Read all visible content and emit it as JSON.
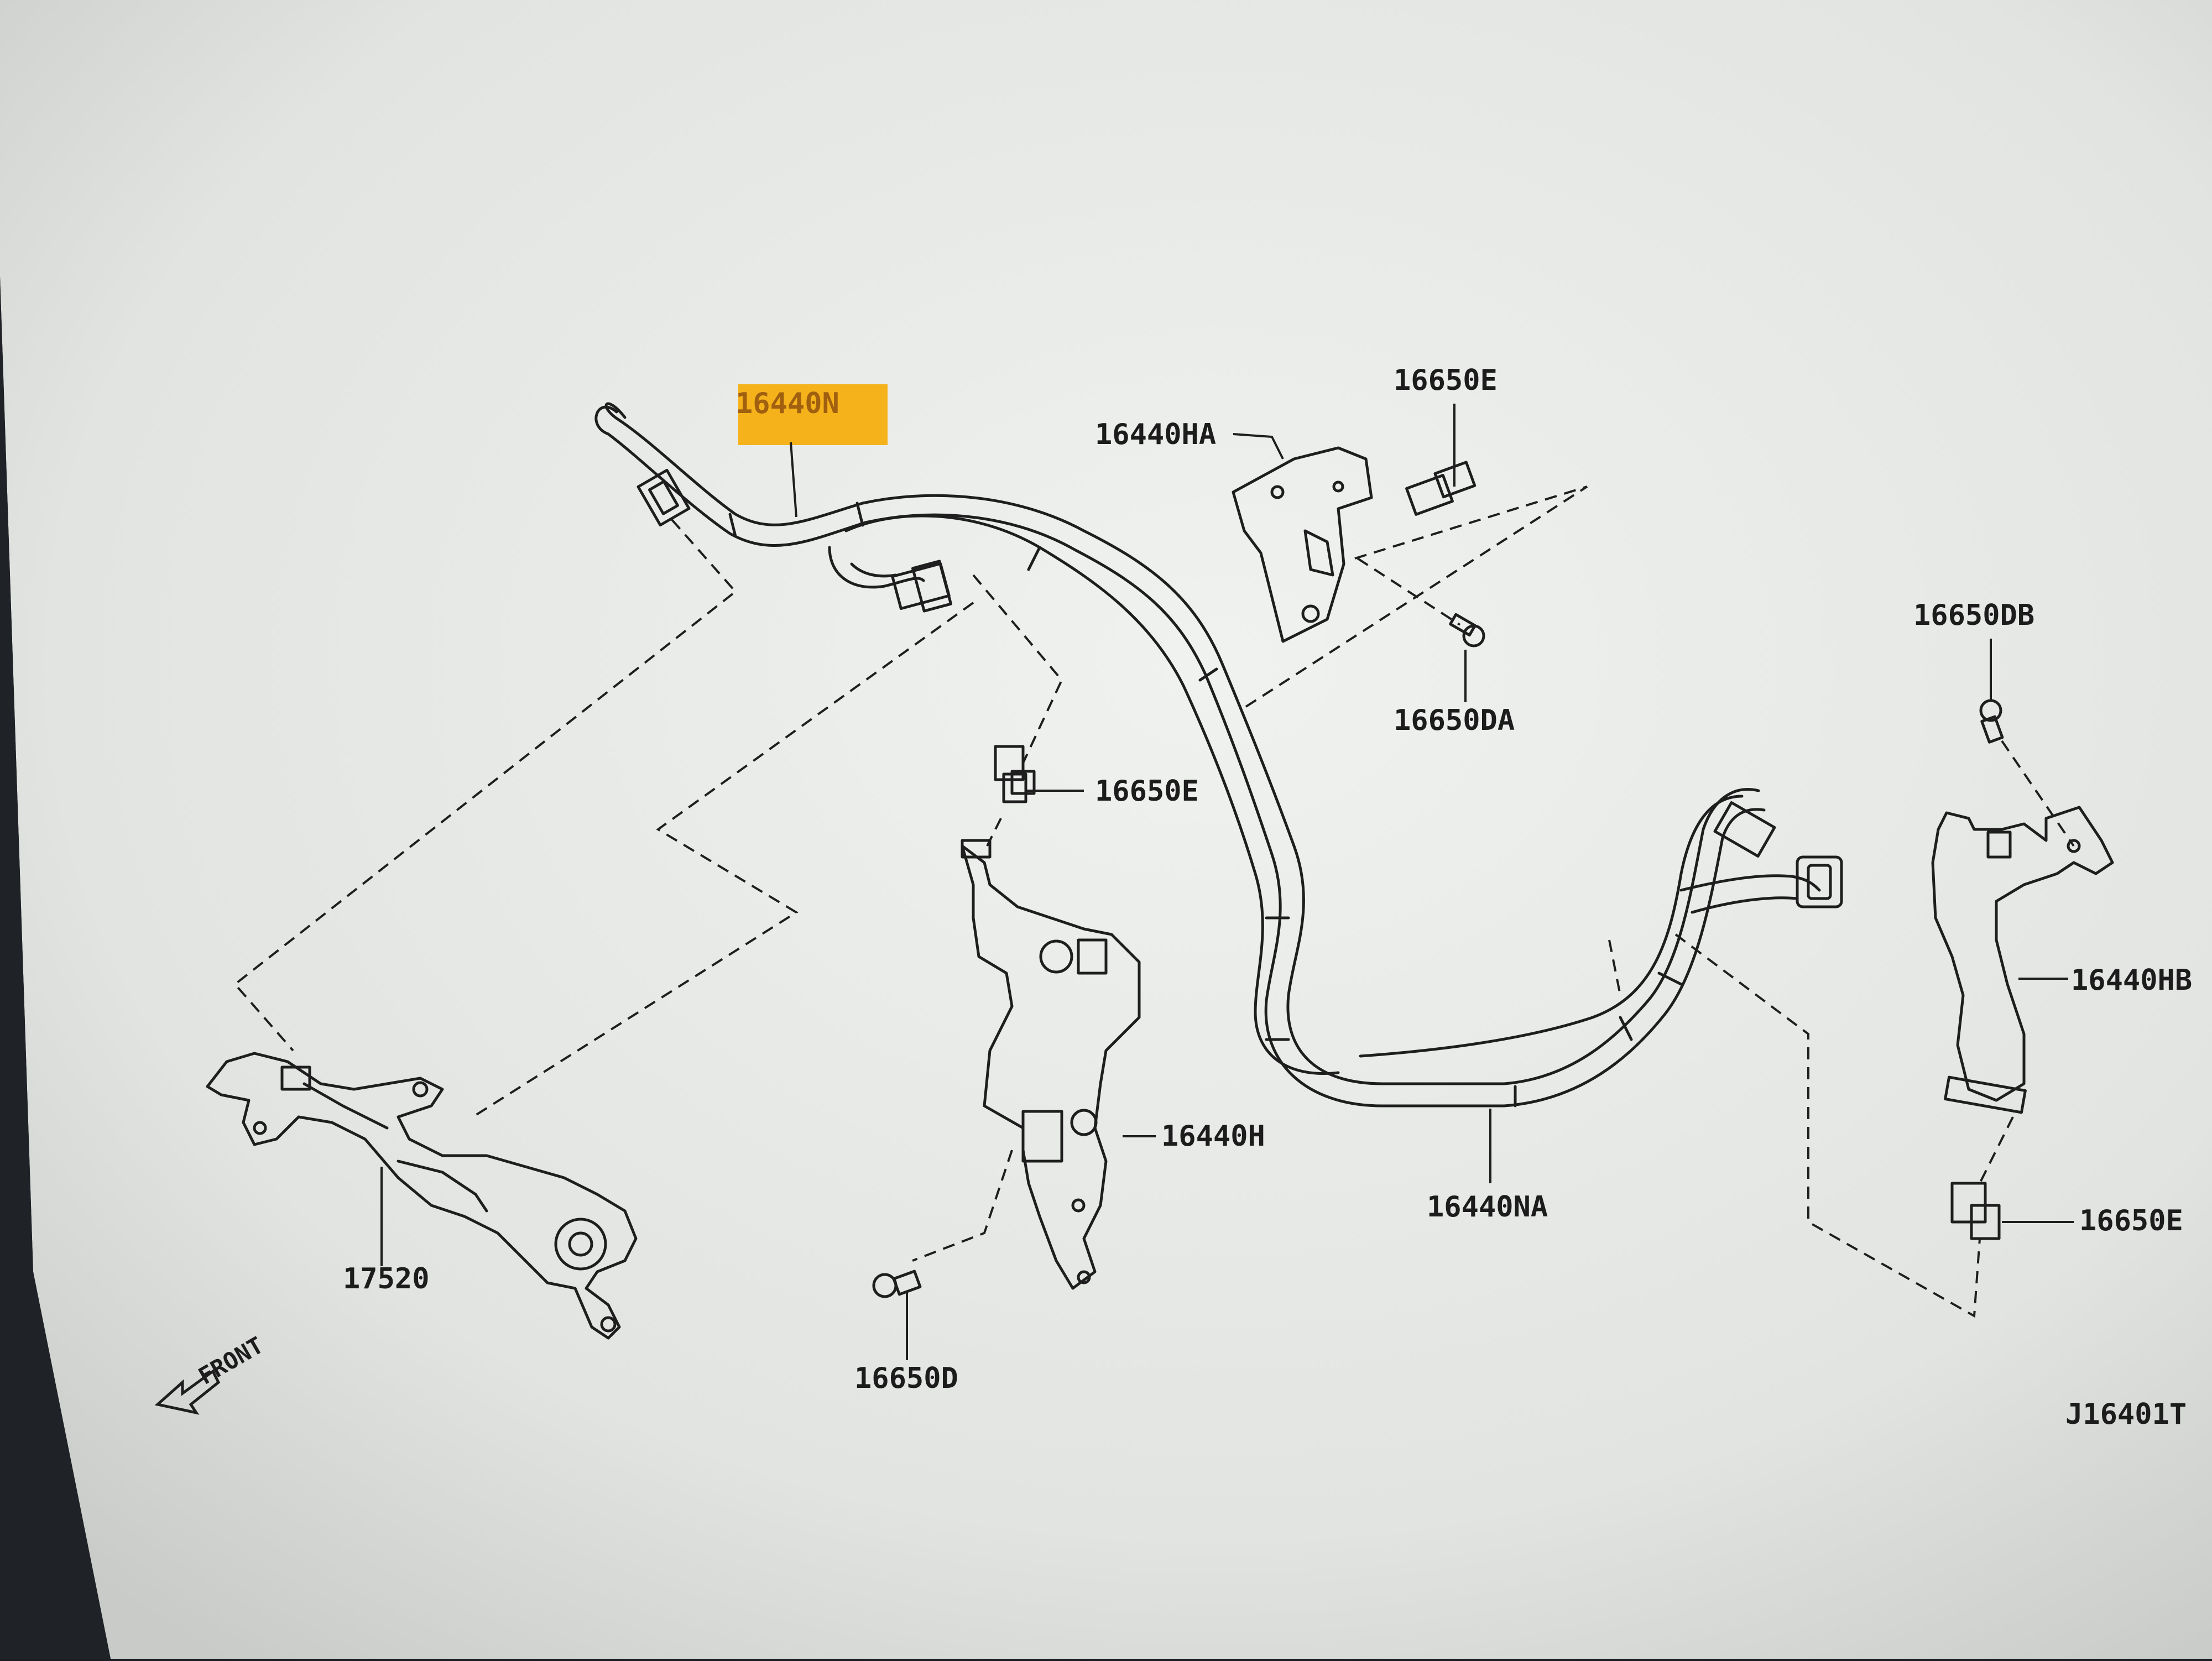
{
  "diagram": {
    "highlight_color": "#f5b21a",
    "screen_color": "#e6e8e6",
    "line_color": "#1e1e1e",
    "parts": {
      "p16440N": "16440N",
      "p16440HA": "16440HA",
      "p16650E_top": "16650E",
      "p16650DA": "16650DA",
      "p16650DB": "16650DB",
      "p16650E_mid": "16650E",
      "p16440HB": "16440HB",
      "p16440H": "16440H",
      "p16440NA": "16440NA",
      "p16650E_right": "16650E",
      "p17520": "17520",
      "p16650D": "16650D"
    },
    "front_label": "FRONT",
    "diagram_code": "J16401T"
  }
}
